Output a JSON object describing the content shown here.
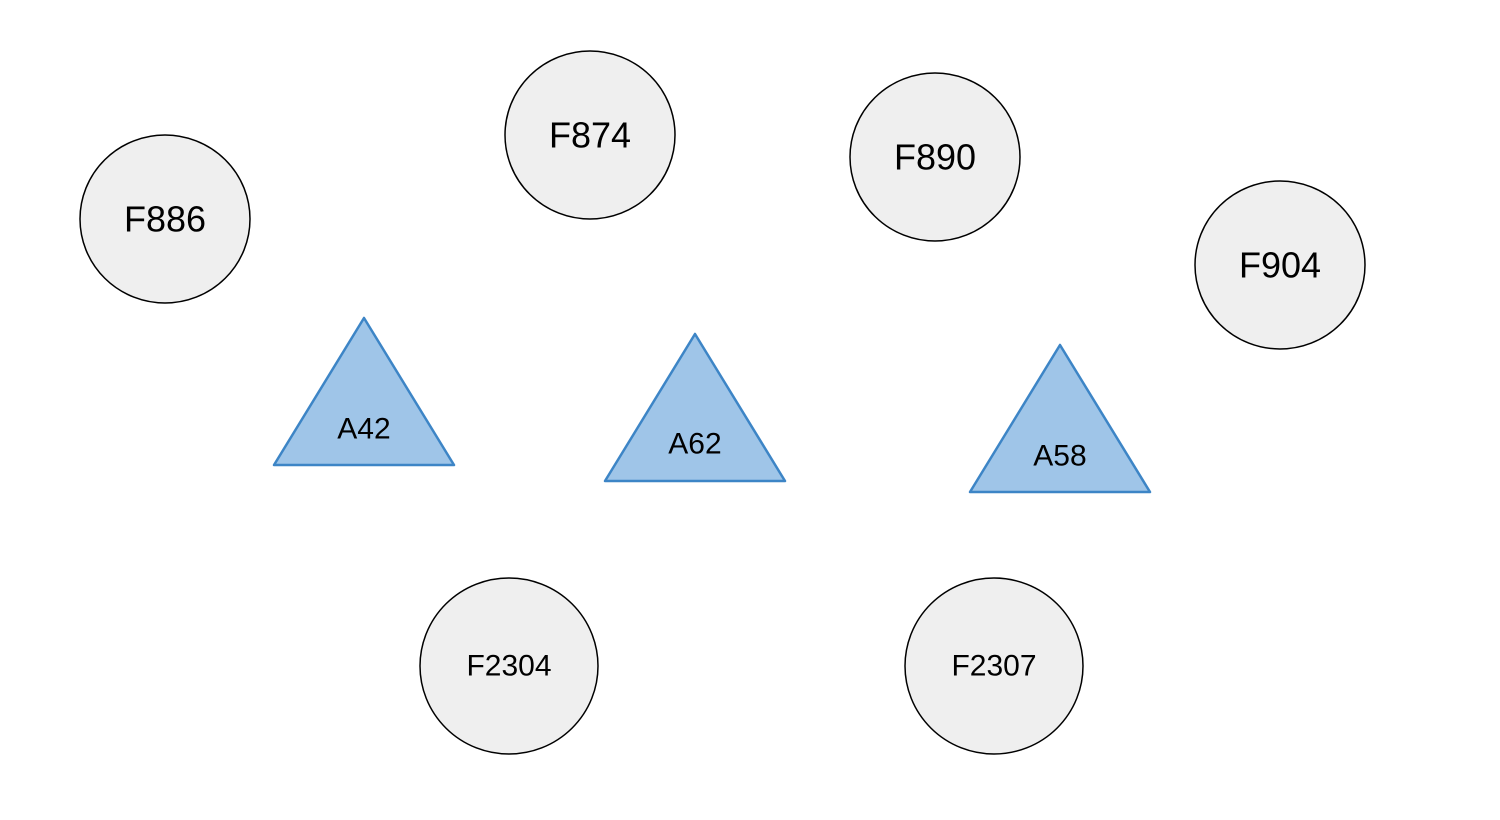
{
  "diagram": {
    "circles": [
      {
        "label": "F886"
      },
      {
        "label": "F874"
      },
      {
        "label": "F890"
      },
      {
        "label": "F904"
      },
      {
        "label": "F2304"
      },
      {
        "label": "F2307"
      }
    ],
    "triangles": [
      {
        "label": "A42"
      },
      {
        "label": "A62"
      },
      {
        "label": "A58"
      }
    ],
    "colors": {
      "circle_fill": "#efefef",
      "circle_stroke": "#000000",
      "triangle_fill": "#9fc5e8",
      "triangle_stroke": "#3d85c6"
    }
  }
}
